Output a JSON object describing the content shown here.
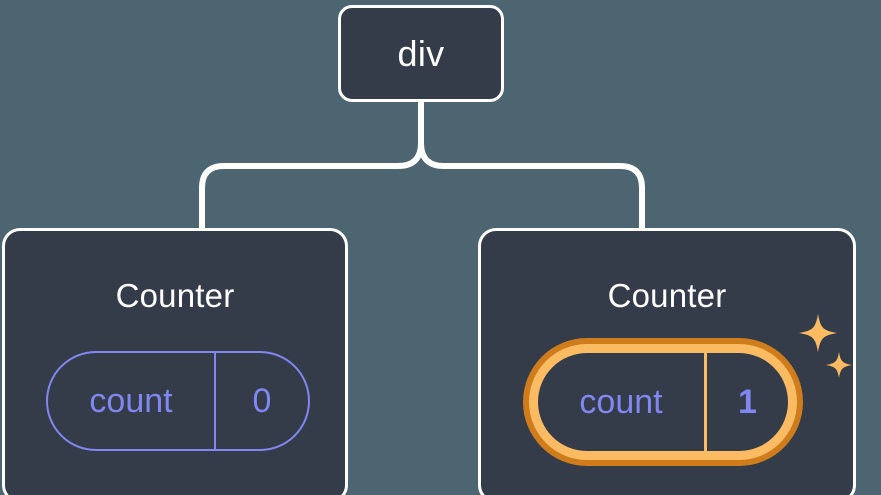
{
  "diagram": {
    "type": "component-tree",
    "title_hidden": "",
    "background_color": "#4c6570",
    "node_fill_color": "#343b49",
    "node_border_color": "#ffffff",
    "connector_color": "#ffffff",
    "state_color": "#8286f0",
    "highlight_outer_color": "#cf7d1c",
    "highlight_inner_color": "#fbbb62",
    "sparkle_color": "#fbbb62"
  },
  "root": {
    "label": "div"
  },
  "children": [
    {
      "label": "Counter",
      "highlighted": false,
      "state": {
        "key": "count",
        "value": "0"
      }
    },
    {
      "label": "Counter",
      "highlighted": true,
      "state": {
        "key": "count",
        "value": "1"
      },
      "sparkle_icons": [
        "sparkle-large",
        "sparkle-small"
      ]
    }
  ]
}
